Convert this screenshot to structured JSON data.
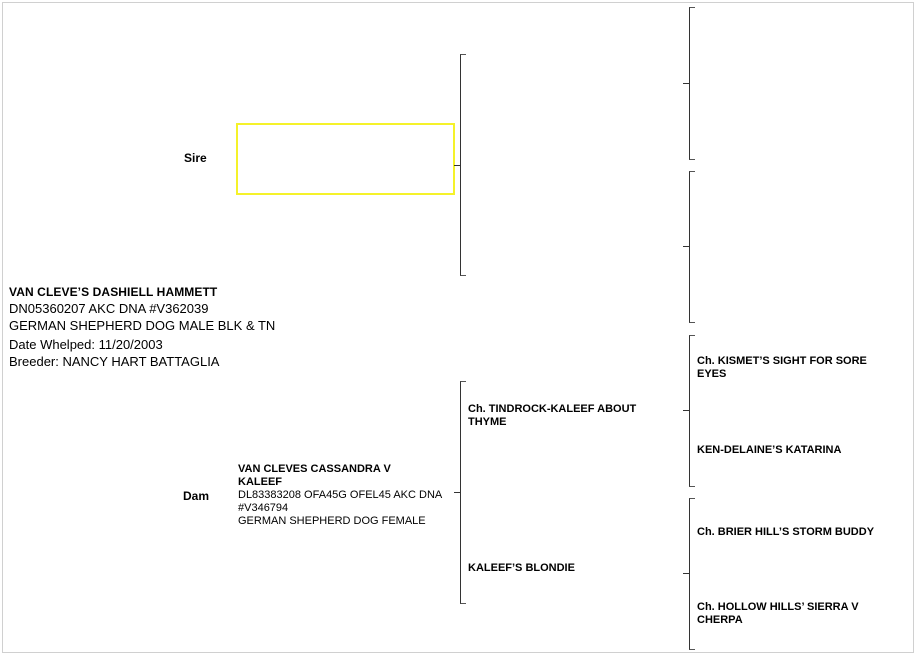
{
  "subject": {
    "name": "VAN CLEVE’S DASHIELL HAMMETT",
    "registration": "DN05360207 AKC DNA #V362039",
    "description": "GERMAN SHEPHERD DOG MALE BLK & TN",
    "date_whelped": "Date Whelped: 11/20/2003",
    "breeder": "Breeder: NANCY HART BATTAGLIA"
  },
  "sire": {
    "label": "Sire",
    "name": "",
    "highlight_color": "#f5f22a"
  },
  "dam": {
    "label": "Dam",
    "name": "VAN CLEVES CASSANDRA V KALEEF",
    "details_1": "DL83383208 OFA45G OFEL45 AKC DNA #V346794",
    "details_2": "GERMAN SHEPHERD DOG FEMALE"
  },
  "grandparents": {
    "sire_sire": "",
    "sire_dam": "",
    "dam_sire": "Ch. TINDROCK-KALEEF ABOUT THYME",
    "dam_dam": "KALEEF’S BLONDIE"
  },
  "great_grandparents": {
    "ss_sire": "",
    "ss_dam": "",
    "sd_sire": "",
    "sd_dam": "",
    "ds_sire": "Ch. KISMET’S SIGHT FOR SORE EYES",
    "ds_dam": "KEN-DELAINE’S KATARINA",
    "dd_sire": "Ch. BRIER HILL’S STORM BUDDY",
    "dd_dam": "Ch. HOLLOW HILLS’ SIERRA V CHERPA"
  }
}
